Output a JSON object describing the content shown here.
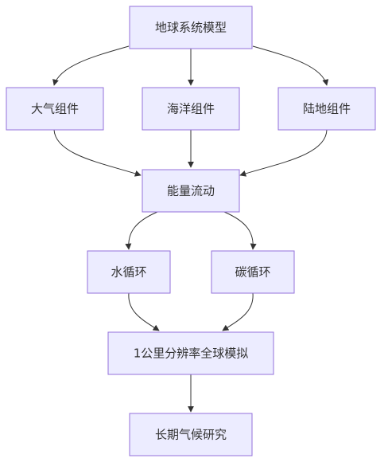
{
  "diagram": {
    "type": "flowchart",
    "colors": {
      "node_fill": "#ECECFF",
      "node_border": "#9370DB",
      "edge": "#333333",
      "text": "#333333"
    },
    "nodes": {
      "earth_system_model": "地球系统模型",
      "atmosphere": "大气组件",
      "ocean": "海洋组件",
      "land": "陆地组件",
      "energy_flow": "能量流动",
      "water_cycle": "水循环",
      "carbon_cycle": "碳循环",
      "km_global_sim": "1公里分辨率全球模拟",
      "climate_research": "长期气候研究"
    },
    "edges": [
      [
        "earth_system_model",
        "atmosphere"
      ],
      [
        "earth_system_model",
        "ocean"
      ],
      [
        "earth_system_model",
        "land"
      ],
      [
        "atmosphere",
        "energy_flow"
      ],
      [
        "ocean",
        "energy_flow"
      ],
      [
        "land",
        "energy_flow"
      ],
      [
        "energy_flow",
        "water_cycle"
      ],
      [
        "energy_flow",
        "carbon_cycle"
      ],
      [
        "water_cycle",
        "km_global_sim"
      ],
      [
        "carbon_cycle",
        "km_global_sim"
      ],
      [
        "km_global_sim",
        "climate_research"
      ]
    ]
  }
}
